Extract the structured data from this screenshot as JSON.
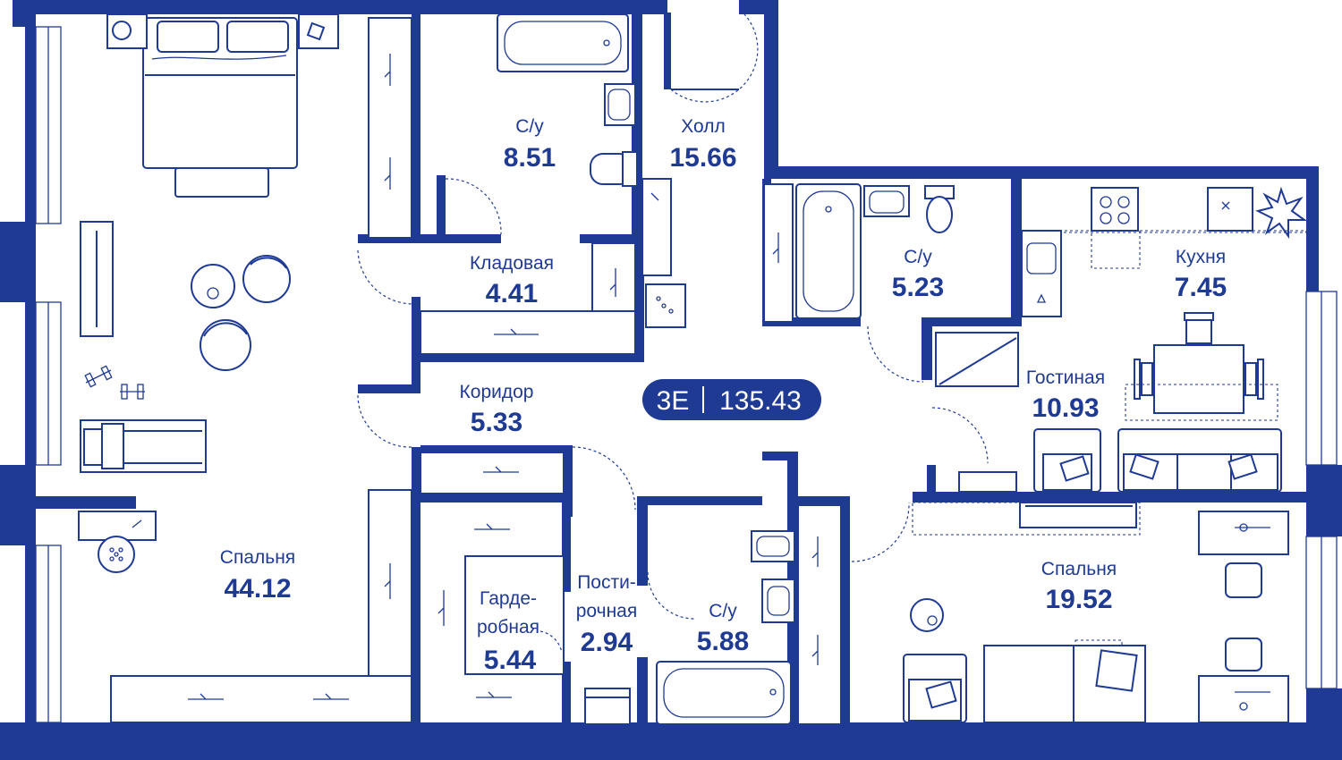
{
  "plan": {
    "badge": {
      "type": "3Е",
      "total_area": "135.43"
    },
    "rooms": [
      {
        "id": "bedroom-main",
        "name": "Спальня",
        "area": "44.12"
      },
      {
        "id": "bathroom-1",
        "name": "С/у",
        "area": "8.51"
      },
      {
        "id": "hall",
        "name": "Холл",
        "area": "15.66"
      },
      {
        "id": "storage",
        "name": "Кладовая",
        "area": "4.41"
      },
      {
        "id": "corridor",
        "name": "Коридор",
        "area": "5.33"
      },
      {
        "id": "bathroom-2",
        "name": "С/у",
        "area": "5.23"
      },
      {
        "id": "kitchen",
        "name": "Кухня",
        "area": "7.45"
      },
      {
        "id": "living",
        "name": "Гостиная",
        "area": "10.93"
      },
      {
        "id": "wardrobe",
        "name_line1": "Гарде-",
        "name_line2": "робная",
        "area": "5.44"
      },
      {
        "id": "laundry",
        "name_line1": "Пости-",
        "name_line2": "рочная",
        "area": "2.94"
      },
      {
        "id": "bathroom-3",
        "name": "С/у",
        "area": "5.88"
      },
      {
        "id": "bedroom-2",
        "name": "Спальня",
        "area": "19.52"
      }
    ],
    "colors": {
      "walls": "#1f3a93",
      "background": "#ffffff",
      "badge_text": "#ffffff"
    }
  }
}
